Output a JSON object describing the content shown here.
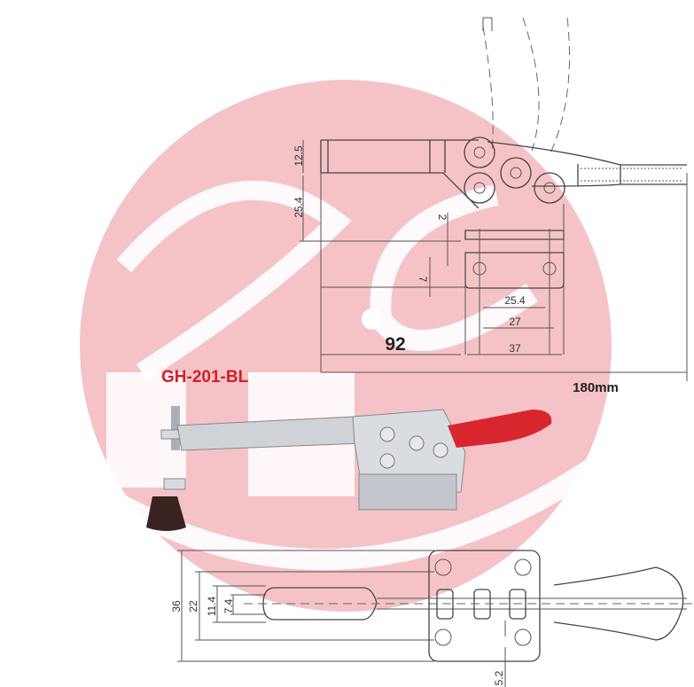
{
  "model_label": "GH-201-BL",
  "watermark": {
    "lettering": "H.C",
    "color": "#f5c3c7"
  },
  "side_view": {
    "dims": {
      "height_top": "12.5",
      "height_bottom": "25.4",
      "gap": "2",
      "offset": "7",
      "hole_spacing": "25.4",
      "base_inner": "27",
      "base_width": "37",
      "bar_length": "92",
      "total_length": "180mm"
    }
  },
  "top_view": {
    "dims": {
      "total_width": "36",
      "slot_outer": "22",
      "slot_inner": "11.4",
      "slot_width": "7.4",
      "hole_offset": "5.2"
    }
  },
  "colors": {
    "handle": "#d8262e",
    "tip": "#3a2220",
    "steel": "#c9ccd2"
  }
}
